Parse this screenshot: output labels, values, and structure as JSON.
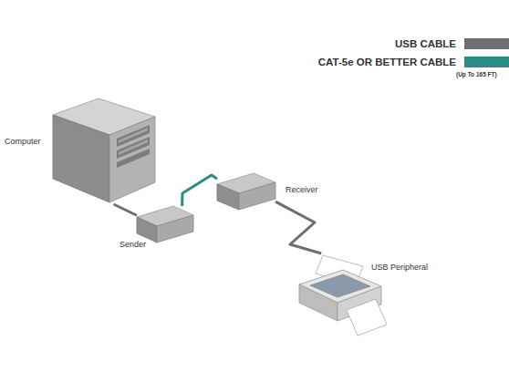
{
  "diagram": {
    "nodes": [
      {
        "text": [
          "Computer"
        ]
      },
      {
        "text": [
          "Sender"
        ]
      },
      {
        "text": [
          "Receiver"
        ]
      },
      {
        "text": [
          "USB Peripheral"
        ]
      }
    ],
    "edges": [
      {
        "from": 0,
        "to": 1,
        "arrow": "none"
      },
      {
        "from": 1,
        "to": 2,
        "arrow": "none"
      },
      {
        "from": 2,
        "to": 3,
        "arrow": "none"
      }
    ],
    "labels": [
      "(Up To 165 FT)"
    ],
    "legend": [
      {
        "text": "USB CABLE",
        "color": "#6d6e71"
      },
      {
        "text": "CAT-5e OR BETTER CABLE",
        "color": "#2b8c83"
      }
    ]
  }
}
